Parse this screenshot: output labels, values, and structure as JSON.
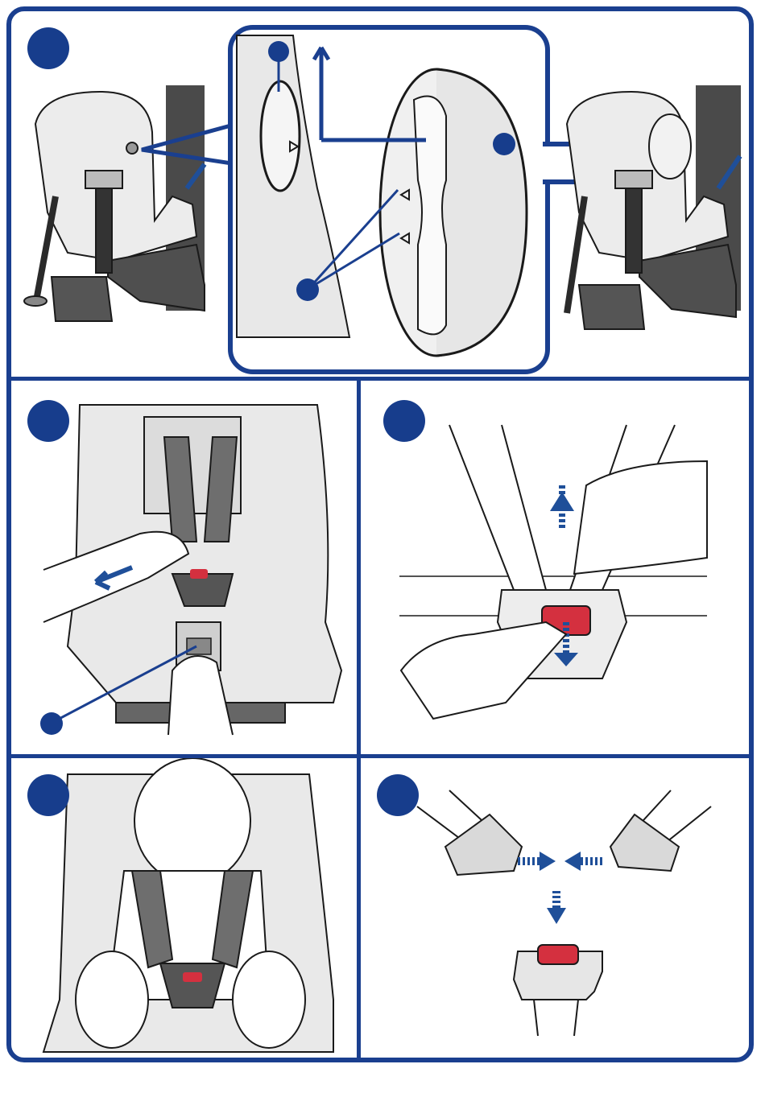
{
  "document": {
    "type": "car seat instruction illustration page",
    "panels": [
      {
        "id": "panel-1",
        "callouts": 3
      },
      {
        "id": "panel-2",
        "callouts": 1
      },
      {
        "id": "panel-3",
        "callouts": 0
      },
      {
        "id": "panel-4",
        "callouts": 0
      },
      {
        "id": "panel-5",
        "callouts": 0
      }
    ]
  },
  "colors": {
    "frame": "#1a3f8f",
    "marker": "#173d8c",
    "arrow": "#1f4f99",
    "buckle": "#d4303f",
    "seat": "#e9e9e9",
    "strap": "#6e6e6e",
    "outline": "#1a1a1a"
  },
  "icons": [
    "arrow-up-icon",
    "arrow-down-icon",
    "arrow-left-icon",
    "arrow-right-icon",
    "numbered-marker-icon"
  ]
}
